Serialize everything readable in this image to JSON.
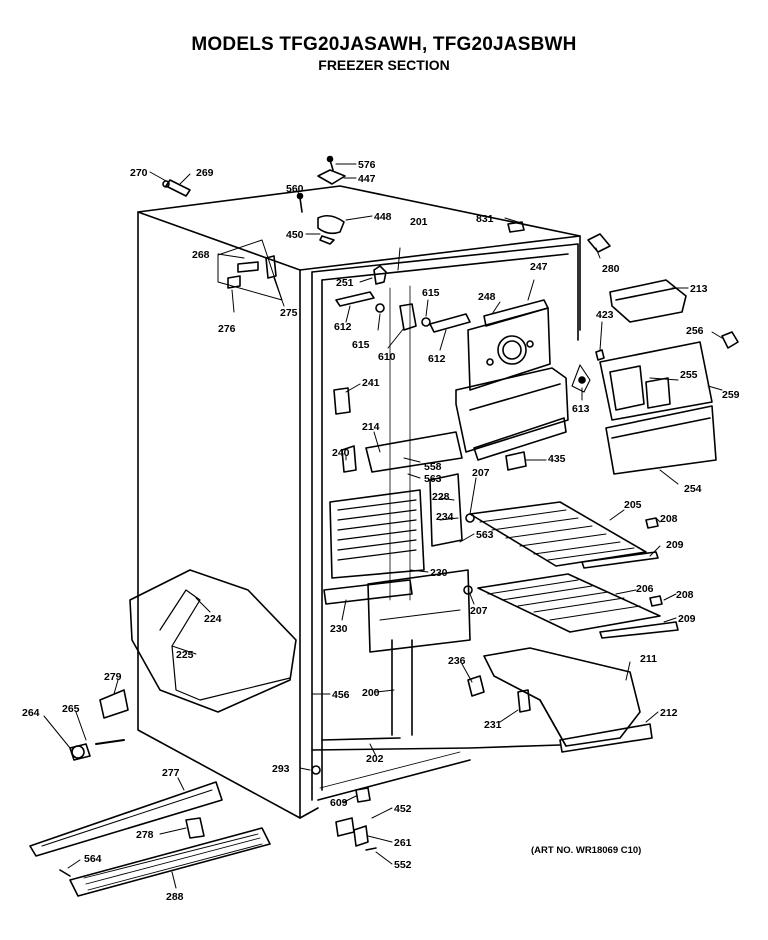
{
  "header": {
    "title": "MODELS TFG20JASAWH, TFG20JASBWH",
    "subtitle": "FREEZER SECTION"
  },
  "art_number": "(ART NO. WR18069 C10)",
  "part_labels": {
    "p270": "270",
    "p269": "269",
    "p576": "576",
    "p447": "447",
    "p560": "560",
    "p448": "448",
    "p450": "450",
    "p831": "831",
    "p201": "201",
    "p280": "280",
    "p268": "268",
    "p251": "251",
    "p247": "247",
    "p248": "248",
    "p615a": "615",
    "p213": "213",
    "p612a": "612",
    "p615b": "615",
    "p610": "610",
    "p612b": "612",
    "p423": "423",
    "p256": "256",
    "p276": "276",
    "p275": "275",
    "p241": "241",
    "p255": "255",
    "p259": "259",
    "p613": "613",
    "p214": "214",
    "p240": "240",
    "p558": "558",
    "p563a": "563",
    "p207a": "207",
    "p435": "435",
    "p254": "254",
    "p228": "228",
    "p205": "205",
    "p234": "234",
    "p208a": "208",
    "p563b": "563",
    "p209a": "209",
    "p230a": "230",
    "p206": "206",
    "p208b": "208",
    "p224": "224",
    "p230b": "230",
    "p207b": "207",
    "p209b": "209",
    "p225": "225",
    "p236": "236",
    "p211": "211",
    "p279": "279",
    "p456": "456",
    "p200": "200",
    "p264": "264",
    "p265": "265",
    "p231": "231",
    "p212": "212",
    "p202": "202",
    "p277": "277",
    "p293": "293",
    "p609": "609",
    "p452": "452",
    "p278": "278",
    "p261": "261",
    "p564": "564",
    "p552": "552",
    "p288": "288"
  }
}
